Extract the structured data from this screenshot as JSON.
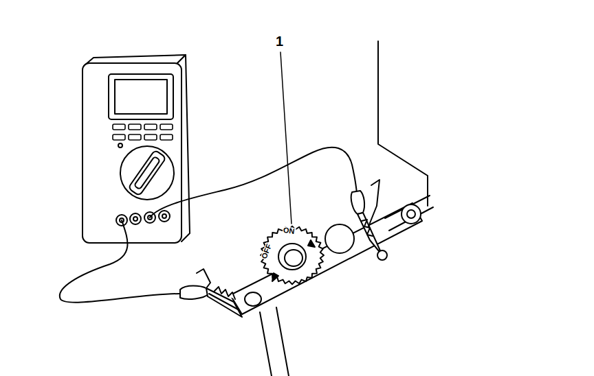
{
  "diagram": {
    "labels": [
      "1",
      "OFF",
      "ON"
    ]
  }
}
